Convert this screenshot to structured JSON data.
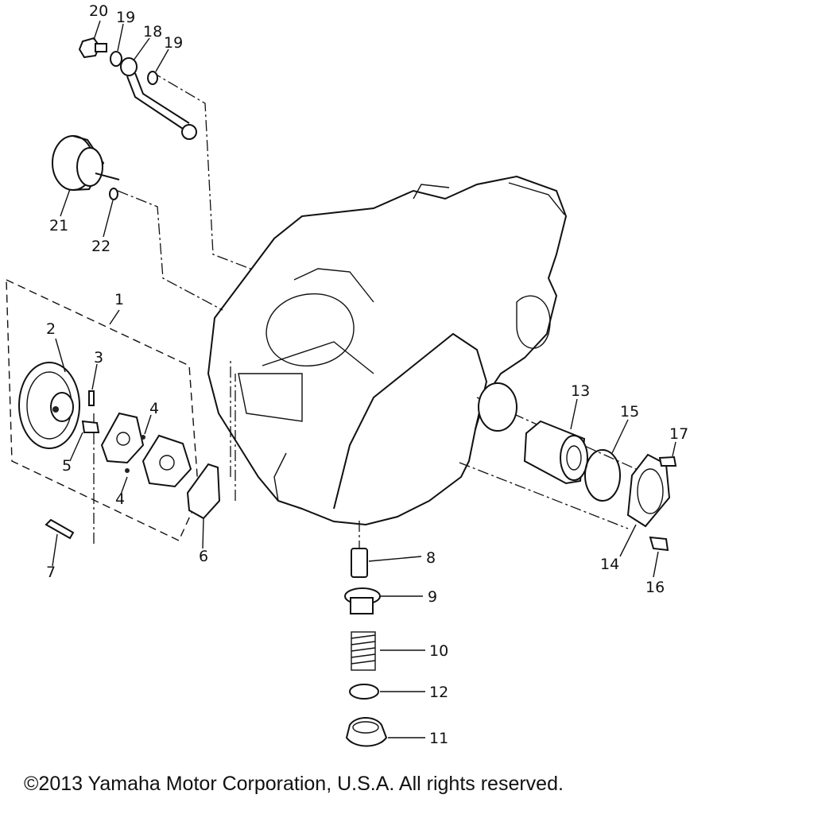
{
  "diagram": {
    "part_labels": [
      "1",
      "2",
      "3",
      "4",
      "4",
      "5",
      "6",
      "7",
      "8",
      "9",
      "10",
      "11",
      "12",
      "13",
      "14",
      "15",
      "16",
      "17",
      "18",
      "19",
      "19",
      "20",
      "21",
      "22"
    ]
  },
  "footer": {
    "copyright": "©2013 Yamaha Motor Corporation, U.S.A. All rights reserved."
  },
  "colors": {
    "ink": "#111111",
    "paper": "#ffffff"
  }
}
